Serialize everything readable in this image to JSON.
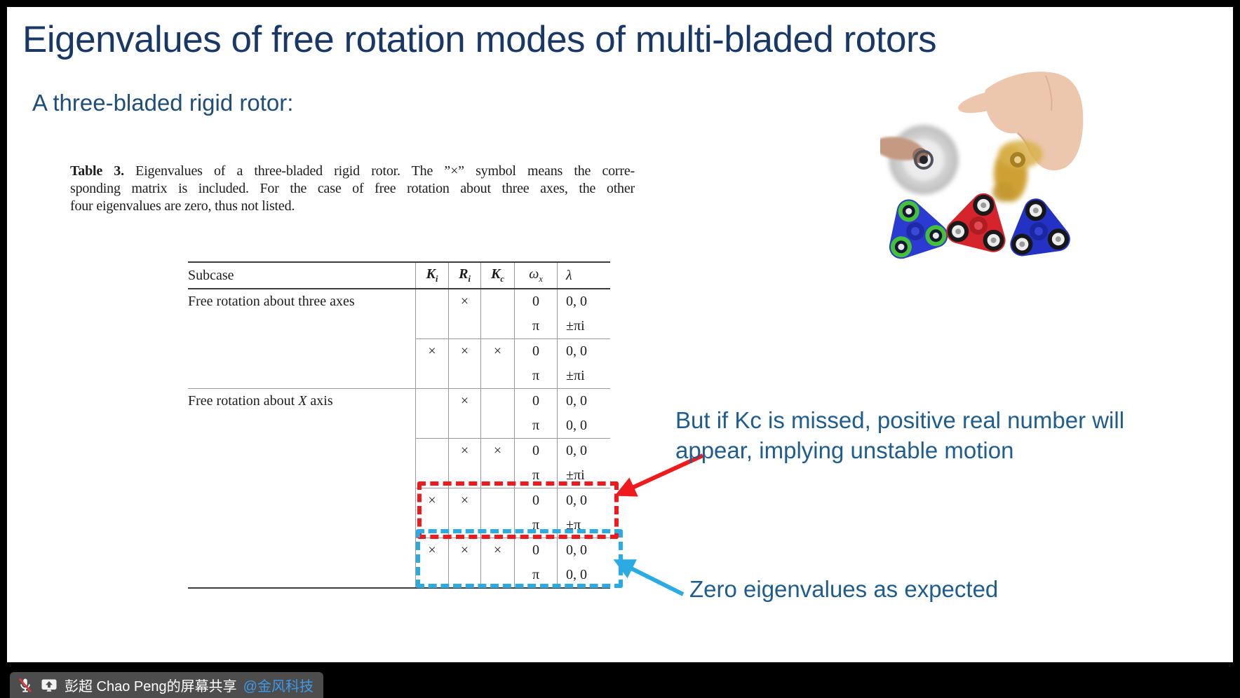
{
  "slide": {
    "title": "Eigenvalues of free rotation modes of multi-bladed rotors",
    "subtitle": "A three-bladed rigid rotor:"
  },
  "caption": {
    "label": "Table 3.",
    "line1": "Eigenvalues of a three-bladed rigid rotor. The ”×” symbol means the corre-",
    "line2": "sponding matrix is included. For the case of free rotation about three axes, the other",
    "line3": "four eigenvalues are zero, thus not listed."
  },
  "table": {
    "headers": {
      "subcase": "Subcase",
      "ki_main": "K",
      "ki_sub": "i",
      "ri_main": "R",
      "ri_sub": "i",
      "kc_main": "K",
      "kc_sub": "c",
      "wx_main": "ω",
      "wx_sub": "x",
      "lambda": "λ"
    },
    "rows": [
      {
        "subcase": "Free rotation about three axes",
        "ki": "",
        "ri": "×",
        "kc": "",
        "wx": "0",
        "lam": "0, 0"
      },
      {
        "wx": "π",
        "lam": "±πi"
      },
      {
        "sep": "partial",
        "ki": "×",
        "ri": "×",
        "kc": "×",
        "wx": "0",
        "lam": "0, 0"
      },
      {
        "wx": "π",
        "lam": "±πi"
      },
      {
        "sep": "full",
        "subcase": "Free rotation about ",
        "it": "X",
        "post": " axis",
        "ri": "×",
        "wx": "0",
        "lam": "0, 0"
      },
      {
        "wx": "π",
        "lam": "0, 0"
      },
      {
        "sep": "partial",
        "ri": "×",
        "kc": "×",
        "wx": "0",
        "lam": "0, 0"
      },
      {
        "wx": "π",
        "lam": "±πi"
      },
      {
        "sep": "partial",
        "ki": "×",
        "ri": "×",
        "wx": "0",
        "lam": "0, 0"
      },
      {
        "wx": "π",
        "lam": "±π"
      },
      {
        "sep": "partial",
        "ki": "×",
        "ri": "×",
        "kc": "×",
        "wx": "0",
        "lam": "0, 0"
      },
      {
        "wx": "π",
        "lam": "0, 0",
        "last": true
      }
    ]
  },
  "annotations": {
    "red_note_line1": "But if Kc is missed, positive real number will",
    "red_note_line2": "appear, implying unstable motion",
    "blue_note": "Zero eigenvalues as expected",
    "red_color": "#ee1a1d",
    "blue_color": "#2aace3",
    "note_color": "#1f5d8e"
  },
  "share_bar": {
    "label": "彭超 Chao Peng的屏幕共享",
    "mention": "@金风科技",
    "mention_color": "#3d9aea"
  },
  "images": {
    "hand_spinner_photo": "hand spinning a golden fidget spinner beside a blurred spinner pressed by a fingertip",
    "spinners": [
      {
        "body": "#2b3bd1",
        "ring": "#45c139"
      },
      {
        "body": "#d6242c",
        "ring": "#1a1a1a"
      },
      {
        "body": "#2331c5",
        "ring": "#161616"
      }
    ]
  }
}
